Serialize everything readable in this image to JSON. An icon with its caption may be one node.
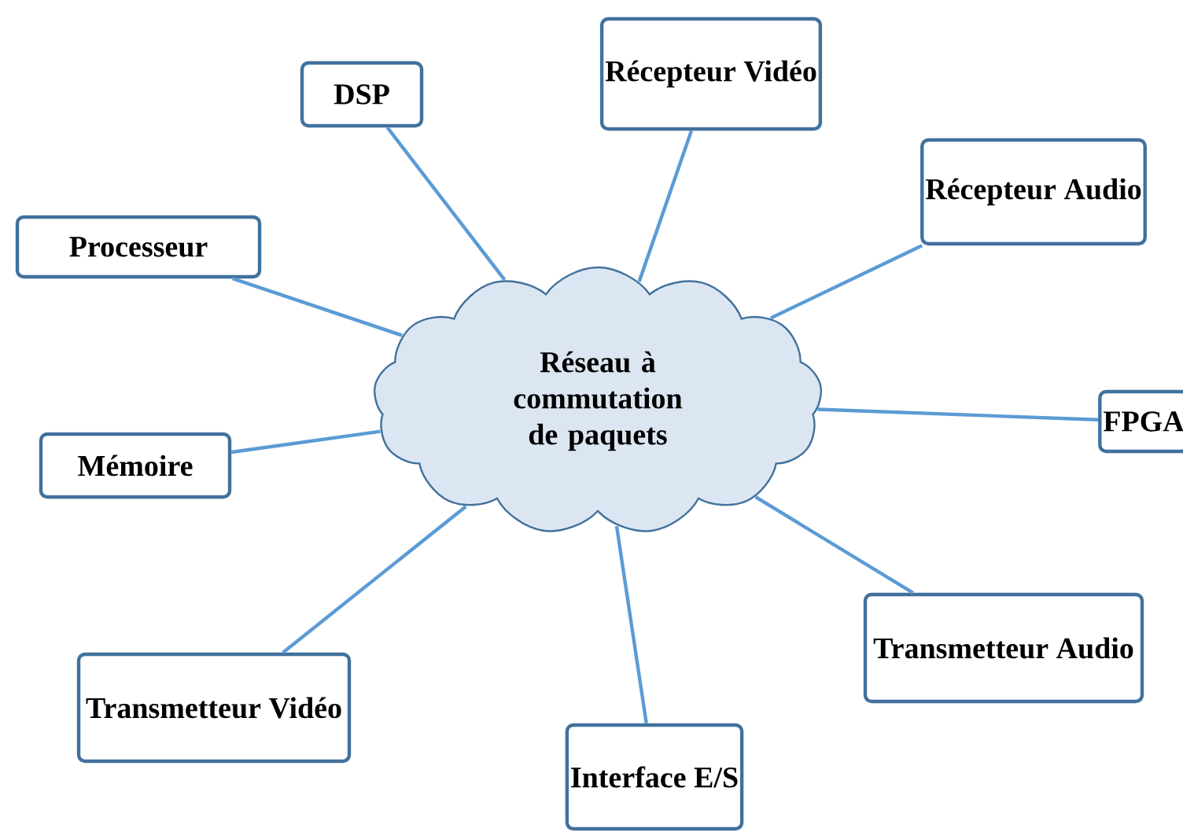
{
  "diagram": {
    "nodes": [
      {
        "text": [
          "Réseau à commutation de paquets"
        ]
      },
      {
        "text": [
          "DSP"
        ]
      },
      {
        "text": [
          "Récepteur Vidéo"
        ]
      },
      {
        "text": [
          "Récepteur Audio"
        ]
      },
      {
        "text": [
          "FPGA"
        ]
      },
      {
        "text": [
          "Transmetteur Audio"
        ]
      },
      {
        "text": [
          "Interface E/S"
        ]
      },
      {
        "text": [
          "Transmetteur Vidéo"
        ]
      },
      {
        "text": [
          "Mémoire"
        ]
      },
      {
        "text": [
          "Processeur"
        ]
      }
    ],
    "edges": [
      {
        "from": 0,
        "to": 1,
        "arrow": "none"
      },
      {
        "from": 0,
        "to": 2,
        "arrow": "none"
      },
      {
        "from": 0,
        "to": 3,
        "arrow": "none"
      },
      {
        "from": 0,
        "to": 4,
        "arrow": "none"
      },
      {
        "from": 0,
        "to": 5,
        "arrow": "none"
      },
      {
        "from": 0,
        "to": 6,
        "arrow": "none"
      },
      {
        "from": 0,
        "to": 7,
        "arrow": "none"
      },
      {
        "from": 0,
        "to": 8,
        "arrow": "none"
      },
      {
        "from": 0,
        "to": 9,
        "arrow": "none"
      }
    ]
  }
}
